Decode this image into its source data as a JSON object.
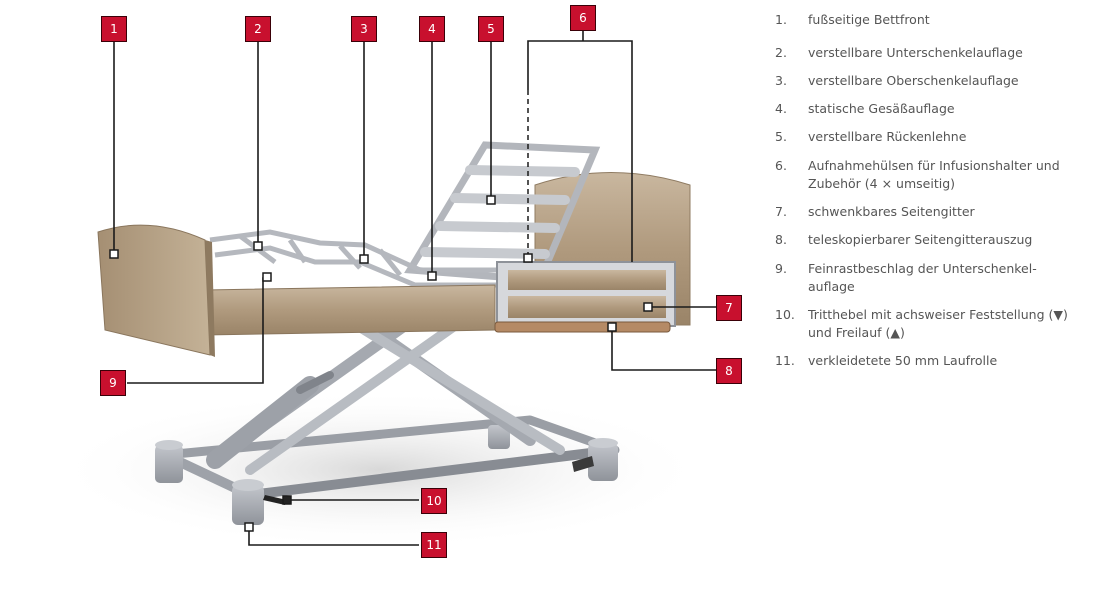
{
  "markers": [
    {
      "number": "1"
    },
    {
      "number": "2"
    },
    {
      "number": "3"
    },
    {
      "number": "4"
    },
    {
      "number": "5"
    },
    {
      "number": "6"
    },
    {
      "number": "7"
    },
    {
      "number": "8"
    },
    {
      "number": "9"
    },
    {
      "number": "10"
    },
    {
      "number": "11"
    }
  ],
  "legend": [
    {
      "number": "1.",
      "text": "fußseitige Bettfront"
    },
    {
      "number": "2.",
      "text": "verstellbare Unterschenkelauflage"
    },
    {
      "number": "3.",
      "text": "verstellbare Oberschenkelauflage"
    },
    {
      "number": "4.",
      "text": "statische Gesäßauflage"
    },
    {
      "number": "5.",
      "text": "verstellbare Rückenlehne"
    },
    {
      "number": "6.",
      "text": "Aufnahmehülsen für Infusionshalter und Zubehör (4 × umseitig)"
    },
    {
      "number": "7.",
      "text": "schwenkbares Seitengitter"
    },
    {
      "number": "8.",
      "text": "teleskopierbarer Seitengitterauszug"
    },
    {
      "number": "9.",
      "text": "Feinrastbeschlag der Unterschenkel­auflage"
    },
    {
      "number": "10.",
      "text": "Tritthebel mit achsweiser Feststellung (▼) und Freilauf (▲)"
    },
    {
      "number": "11.",
      "text": "verkleidetete 50 mm Laufrolle"
    }
  ],
  "colors": {
    "marker_fill": "#c8102e",
    "leader_line": "#1a1a1a",
    "legend_text": "#555555",
    "wood": "#b8a48a",
    "metal": "#a9acb2"
  },
  "icons": {
    "bed": "care-bed-illustration"
  }
}
